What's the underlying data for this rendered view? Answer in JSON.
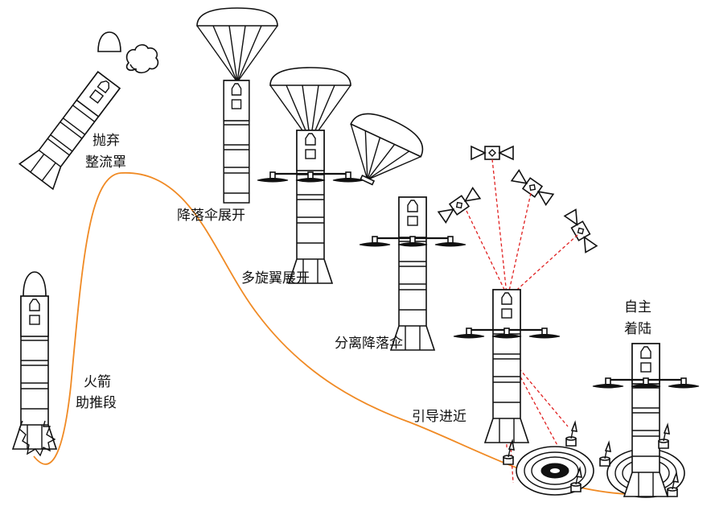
{
  "labels": {
    "fairing": [
      "抛弃",
      "整流罩"
    ],
    "drogue": "降落伞展开",
    "rotor": "多旋翼展开",
    "separate": "分离降落伞",
    "booster": [
      "火箭",
      "助推段"
    ],
    "guide": "引导进近",
    "landing": [
      "自主",
      "着陆"
    ]
  },
  "colors": {
    "trajectory": "#F08A24",
    "guidance_beam": "#E02020",
    "outline": "#111111"
  }
}
